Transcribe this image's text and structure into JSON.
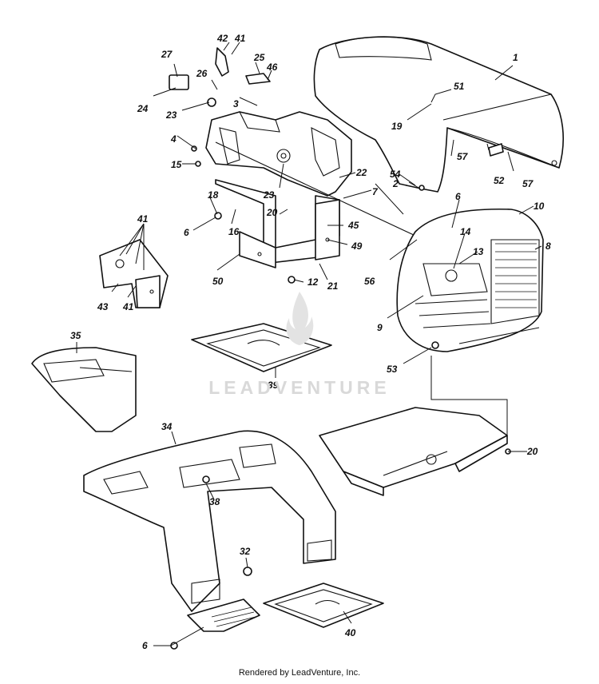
{
  "callouts": [
    {
      "text": "1"
    },
    {
      "text": "2"
    },
    {
      "text": "3"
    },
    {
      "text": "4"
    },
    {
      "text": "6"
    },
    {
      "text": "6"
    },
    {
      "text": "6"
    },
    {
      "text": "7"
    },
    {
      "text": "8"
    },
    {
      "text": "9"
    },
    {
      "text": "10"
    },
    {
      "text": "12"
    },
    {
      "text": "13"
    },
    {
      "text": "14"
    },
    {
      "text": "15"
    },
    {
      "text": "16"
    },
    {
      "text": "18"
    },
    {
      "text": "19"
    },
    {
      "text": "20"
    },
    {
      "text": "20"
    },
    {
      "text": "21"
    },
    {
      "text": "22"
    },
    {
      "text": "23"
    },
    {
      "text": "23"
    },
    {
      "text": "24"
    },
    {
      "text": "25"
    },
    {
      "text": "26"
    },
    {
      "text": "27"
    },
    {
      "text": "32"
    },
    {
      "text": "34"
    },
    {
      "text": "35"
    },
    {
      "text": "38"
    },
    {
      "text": "39"
    },
    {
      "text": "40"
    },
    {
      "text": "41"
    },
    {
      "text": "41"
    },
    {
      "text": "41"
    },
    {
      "text": "42"
    },
    {
      "text": "43"
    },
    {
      "text": "45"
    },
    {
      "text": "46"
    },
    {
      "text": "49"
    },
    {
      "text": "50"
    },
    {
      "text": "51"
    },
    {
      "text": "52"
    },
    {
      "text": "53"
    },
    {
      "text": "54"
    },
    {
      "text": "56"
    },
    {
      "text": "57"
    },
    {
      "text": "57"
    },
    {
      "text": "41"
    }
  ],
  "watermark": "LEADVENTURE",
  "footer": "Rendered by LeadVenture, Inc."
}
